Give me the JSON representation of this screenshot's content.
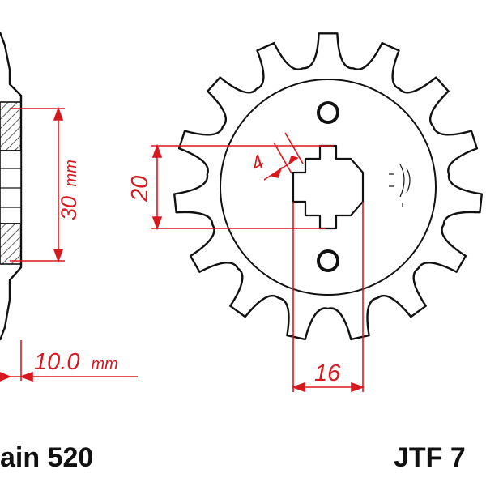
{
  "dimensions": {
    "thickness_value": "30",
    "thickness_unit": "mm",
    "offset_value": "10.0",
    "offset_unit": "mm",
    "bore_height": "20",
    "slot_width": "4",
    "spline_width": "16"
  },
  "captions": {
    "chain": "ain 520",
    "part_number": "JTF 7"
  },
  "colors": {
    "outline": "#111111",
    "dimension": "#d7191f",
    "hatch": "#333333"
  },
  "sprocket": {
    "teeth": 15
  }
}
